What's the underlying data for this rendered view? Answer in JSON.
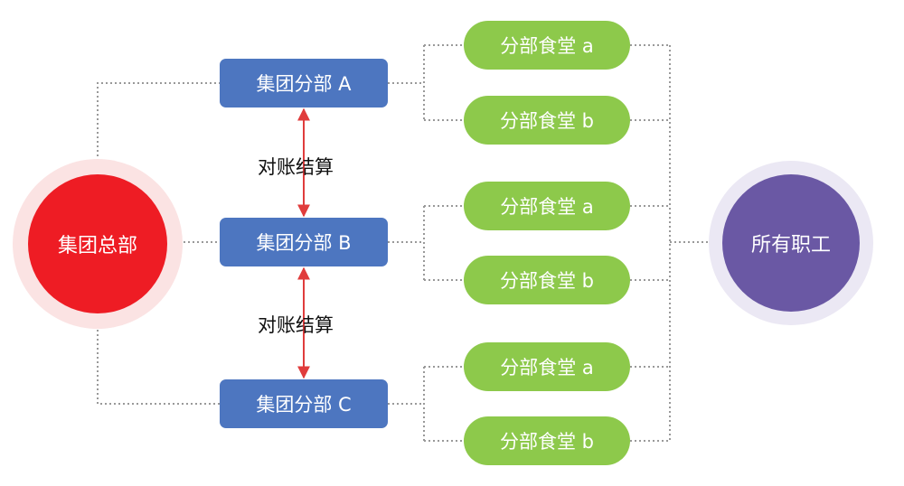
{
  "headquarters": {
    "label": "集团总部",
    "color": "#ee1c24",
    "halo_color": "#fbe3e3"
  },
  "staff": {
    "label": "所有职工",
    "color": "#6a58a4",
    "halo_color": "#ebe8f4"
  },
  "branches": [
    {
      "label": "集团分部 A",
      "canteens": [
        {
          "label": "分部食堂 a"
        },
        {
          "label": "分部食堂 b"
        }
      ]
    },
    {
      "label": "集团分部 B",
      "canteens": [
        {
          "label": "分部食堂 a"
        },
        {
          "label": "分部食堂 b"
        }
      ]
    },
    {
      "label": "集团分部 C",
      "canteens": [
        {
          "label": "分部食堂 a"
        },
        {
          "label": "分部食堂 b"
        }
      ]
    }
  ],
  "reconciliation": [
    {
      "label": "对账结算"
    },
    {
      "label": "对账结算"
    }
  ],
  "colors": {
    "branch": "#4d76c0",
    "canteen": "#8dc94b",
    "arrow": "#e03c3c",
    "connector": "#999999"
  }
}
